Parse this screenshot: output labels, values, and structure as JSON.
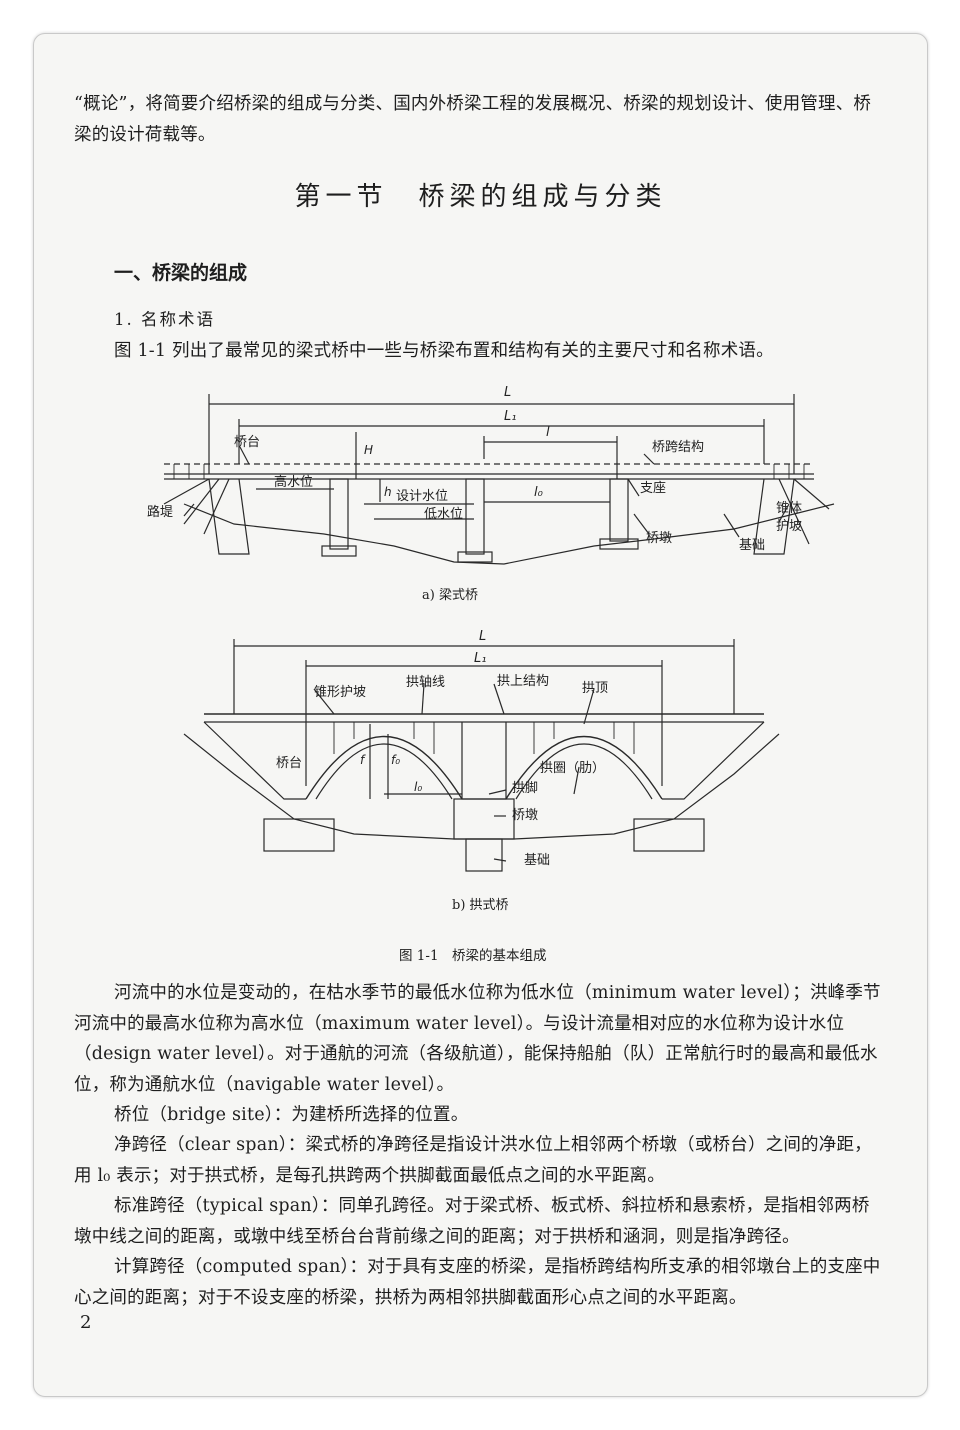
{
  "intro": "“概论”，将简要介绍桥梁的组成与分类、国内外桥梁工程的发展概况、桥梁的规划设计、使用管理、桥梁的设计荷载等。",
  "section_title": "第一节　桥梁的组成与分类",
  "subsection": "一、桥梁的组成",
  "term_heading": "1. 名称术语",
  "fig_intro": "图 1-1 列出了最常见的梁式桥中一些与桥梁布置和结构有关的主要尺寸和名称术语。",
  "figure": {
    "a_labels": {
      "L": "L",
      "L1": "L₁",
      "l": "l",
      "l0": "l₀",
      "abutment": "桥台",
      "superstructure": "桥跨结构",
      "high_water": "高水位",
      "design_water": "设计水位",
      "low_water": "低水位",
      "bearing": "支座",
      "embankment": "路堤",
      "pier": "桥墩",
      "cone_slope": "锥体\n护坡",
      "foundation": "基础",
      "H": "H",
      "h": "h"
    },
    "a_caption": "a) 梁式桥",
    "b_labels": {
      "L": "L",
      "L1": "L₁",
      "cone_slope": "锥形护坡",
      "arch_axis": "拱轴线",
      "spandrel": "拱上结构",
      "crown": "拱顶",
      "abutment": "桥台",
      "arch_ring": "拱圈（肋）",
      "springing": "拱脚",
      "pier": "桥墩",
      "foundation": "基础",
      "f": "f",
      "f0": "f₀",
      "l0": "l₀"
    },
    "b_caption": "b) 拱式桥",
    "caption": "图 1-1　桥梁的基本组成"
  },
  "paragraphs": [
    "河流中的水位是变动的，在枯水季节的最低水位称为低水位（minimum water level）；洪峰季节河流中的最高水位称为高水位（maximum water level）。与设计流量相对应的水位称为设计水位（design water level）。对于通航的河流（各级航道），能保持船舶（队）正常航行时的最高和最低水位，称为通航水位（navigable water level）。",
    "桥位（bridge site）：为建桥所选择的位置。",
    "净跨径（clear span）：梁式桥的净跨径是指设计洪水位上相邻两个桥墩（或桥台）之间的净距，用 l₀ 表示；对于拱式桥，是每孔拱跨两个拱脚截面最低点之间的水平距离。",
    "标准跨径（typical span）：同单孔跨径。对于梁式桥、板式桥、斜拉桥和悬索桥，是指相邻两桥墩中线之间的距离，或墩中线至桥台台背前缘之间的距离；对于拱桥和涵洞，则是指净跨径。",
    "计算跨径（computed span）：对于具有支座的桥梁，是指桥跨结构所支承的相邻墩台上的支座中心之间的距离；对于不设支座的桥梁，拱桥为两相邻拱脚截面形心点之间的水平距离。"
  ],
  "page_number": "2"
}
